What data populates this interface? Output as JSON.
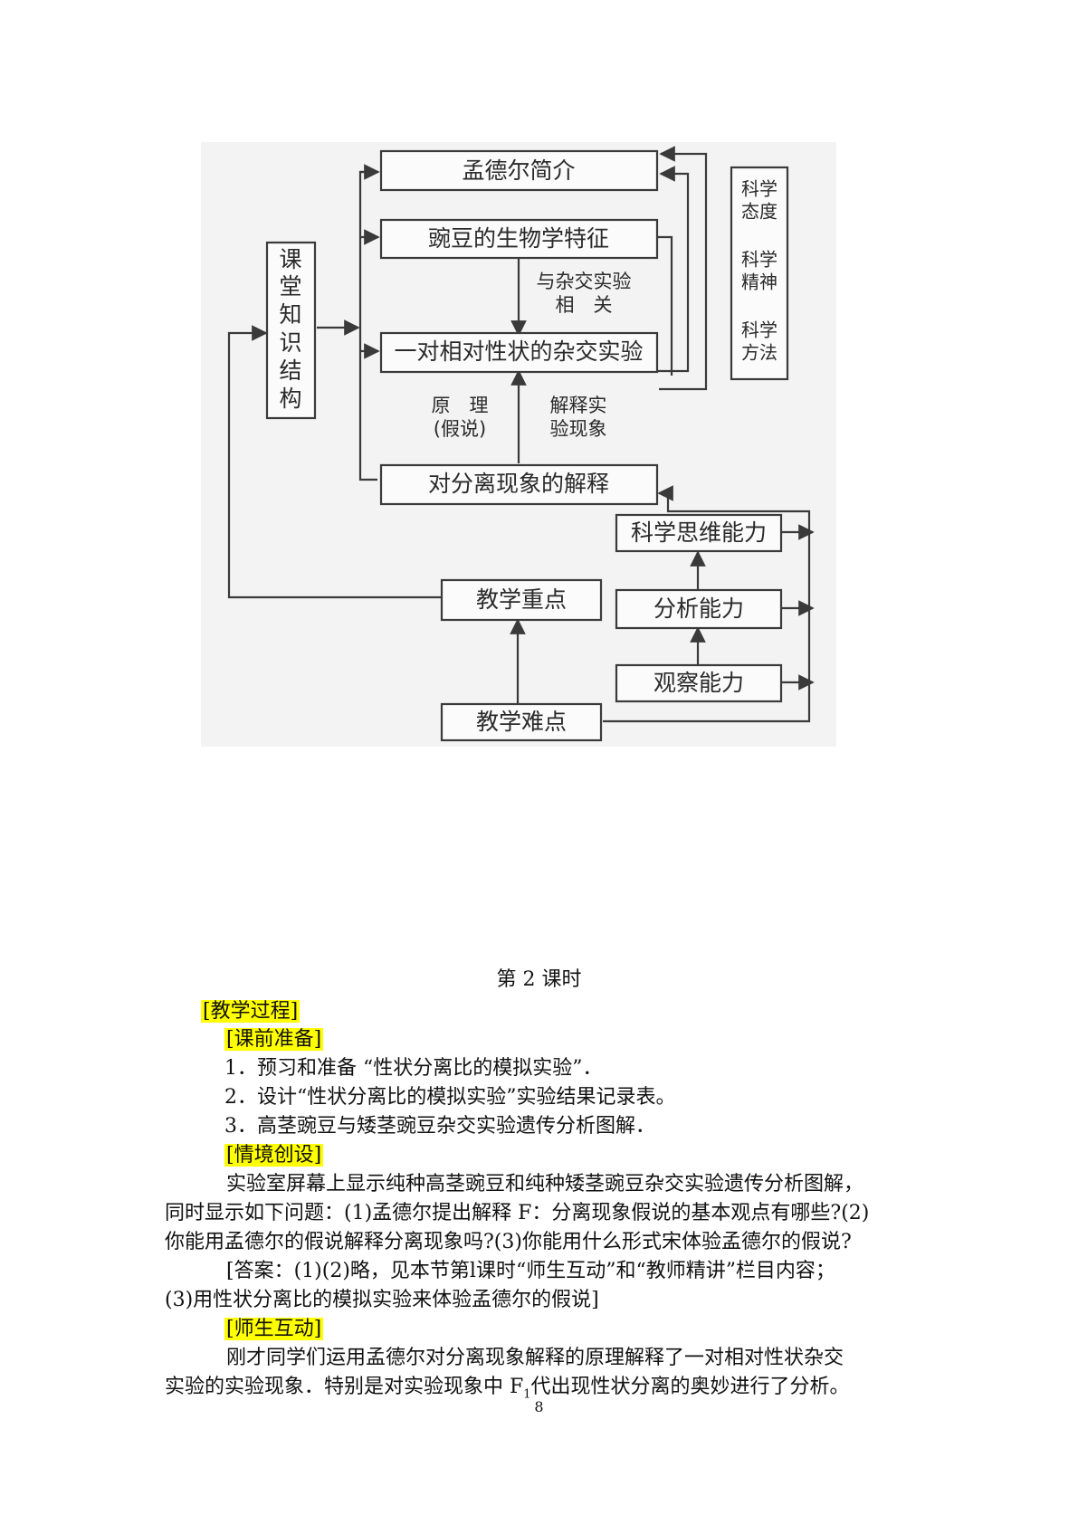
{
  "diagram": {
    "left_label": "课堂知识结构",
    "boxes": {
      "mendel_intro": "孟德尔简介",
      "pea_traits": "豌豆的生物学特征",
      "cross_experiment": "一对相对性状的杂交实验",
      "separation_explanation": "对分离现象的解释",
      "teaching_key": "教学重点",
      "teaching_difficulty": "教学难点",
      "scientific_thinking": "科学思维能力",
      "analysis_ability": "分析能力",
      "observation_ability": "观察能力"
    },
    "annotations": {
      "related_1": "与杂交实验",
      "related_2": "相　关",
      "principle_1": "原　理",
      "principle_2": "(假说)",
      "explain_1": "解释实",
      "explain_2": "验现象"
    },
    "right_panel": [
      "科学",
      "态度",
      "科学",
      "精神",
      "科学",
      "方法"
    ]
  },
  "lesson": {
    "title": "第 2 课时",
    "process_heading": "[教学过程]",
    "prep_heading": "[课前准备]",
    "prep_items": [
      "1．预习和准备 “性状分离比的模拟实验”．",
      "2．设计“性状分离比的模拟实验”实验结果记录表。",
      "3．高茎豌豆与矮茎豌豆杂交实验遗传分析图解．"
    ],
    "scenario_heading": "[情境创设]",
    "scenario_lines": [
      "实验室屏幕上显示纯种高茎豌豆和纯种矮茎豌豆杂交实验遗传分析图解，",
      "同时显示如下问题：(1)孟德尔提出解释 F：分离现象假说的基本观点有哪些?(2)",
      "你能用孟德尔的假说解释分离现象吗?(3)你能用什么形式宋体验孟德尔的假说?"
    ],
    "answer_lines": [
      "[答案：(1)(2)略，见本节第l课时“师生互动”和“教师精讲”栏目内容；",
      "(3)用性状分离比的模拟实验来体验孟德尔的假说]"
    ],
    "interaction_heading": "[师生互动]",
    "interaction_line1": "刚才同学们运用孟德尔对分离现象解释的原理解释了一对相对性状杂交",
    "interaction_line2_a": "实验的实验现象．特别是对实验现象中 F",
    "interaction_line2_sub": "1",
    "interaction_line2_b": "代出现性状分离的奥妙进行了分析。"
  },
  "page_number": "8"
}
